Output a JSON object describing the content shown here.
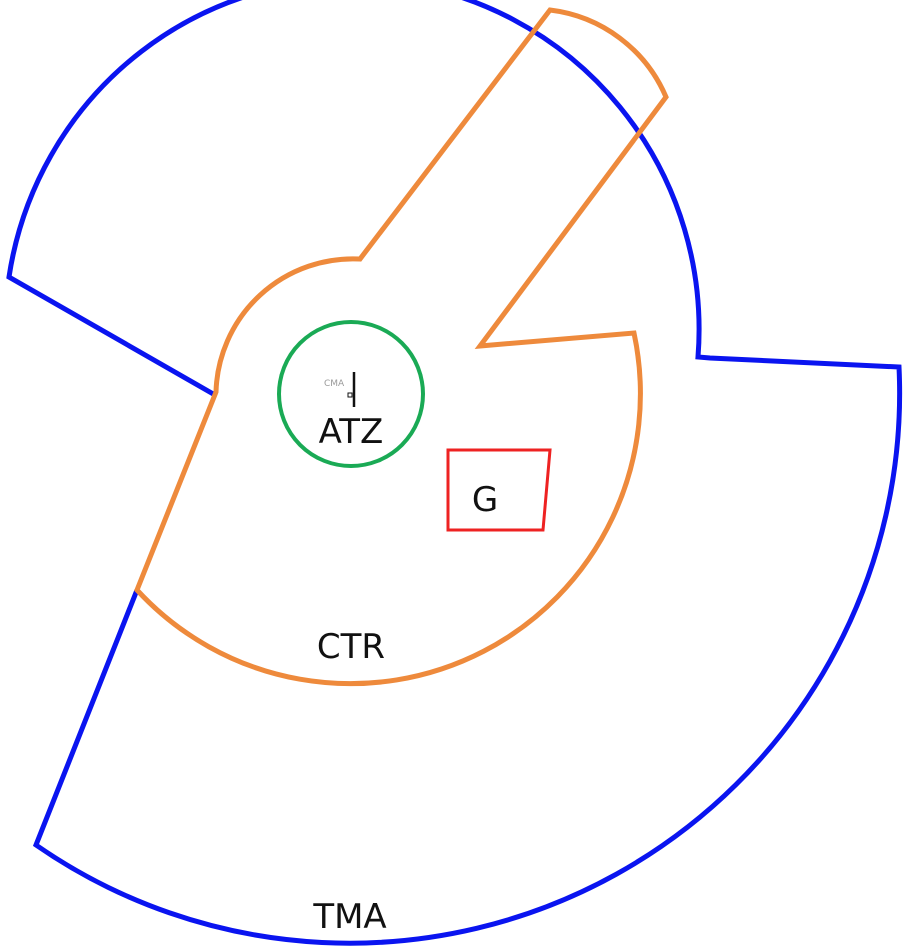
{
  "map": {
    "zones": [
      {
        "id": "tma",
        "label": "TMA",
        "color": "#0a14f0"
      },
      {
        "id": "ctr",
        "label": "CTR",
        "color": "#ee8a3c"
      },
      {
        "id": "atz",
        "label": "ATZ",
        "color": "#1aaa55"
      },
      {
        "id": "g",
        "label": "G",
        "color": "#ee2222"
      }
    ],
    "airport": {
      "code": "CMA",
      "runway_color": "#111111"
    }
  }
}
